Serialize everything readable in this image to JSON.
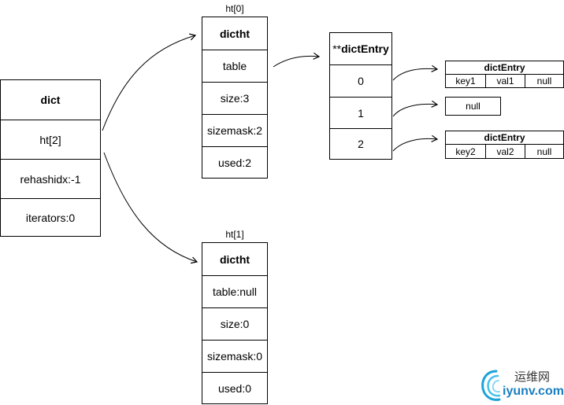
{
  "dict": {
    "title": "dict",
    "fields": [
      "ht[2]",
      "rehashidx:-1",
      "iterators:0"
    ]
  },
  "ht0": {
    "label": "ht[0]",
    "title": "dictht",
    "fields": [
      "table",
      "size:3",
      "sizemask:2",
      "used:2"
    ]
  },
  "ht1": {
    "label": "ht[1]",
    "title": "dictht",
    "fields": [
      "table:null",
      "size:0",
      "sizemask:0",
      "used:0"
    ]
  },
  "table": {
    "prefix": "**",
    "title": "dictEntry",
    "slots": [
      "0",
      "1",
      "2"
    ]
  },
  "entry0": {
    "title": "dictEntry",
    "key": "key1",
    "val": "val1",
    "next": "null"
  },
  "null1": {
    "text": "null"
  },
  "entry2": {
    "title": "dictEntry",
    "key": "key2",
    "val": "val2",
    "next": "null"
  },
  "watermark": {
    "cn": "运维网",
    "url": "iyunv.com"
  }
}
